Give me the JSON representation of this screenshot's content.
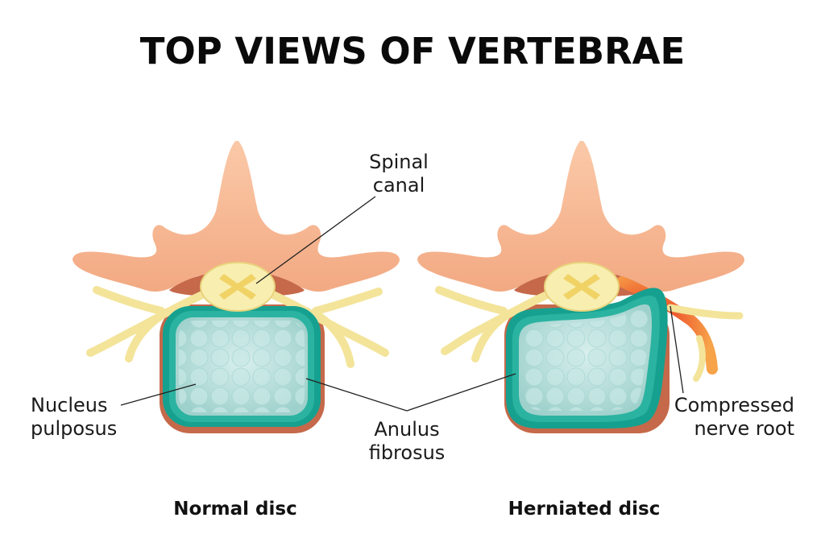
{
  "title": "TOP VIEWS OF VERTEBRAE",
  "labels": {
    "spinal_canal_1": "Spinal",
    "spinal_canal_2": "canal",
    "nucleus_1": "Nucleus",
    "nucleus_2": "pulposus",
    "anulus_1": "Anulus",
    "anulus_2": "fibrosus",
    "compressed_1": "Compressed",
    "compressed_2": "nerve root"
  },
  "captions": {
    "normal": "Normal disc",
    "herniated": "Herniated disc"
  },
  "colors": {
    "bone": "#f6b995",
    "bone_dark": "#c5694a",
    "cord": "#f8eeb0",
    "nerve": "#f3e49a",
    "disc_ring": "#16a08f",
    "disc_core": "#b5dcd9",
    "inflamed": "#e8401f"
  }
}
